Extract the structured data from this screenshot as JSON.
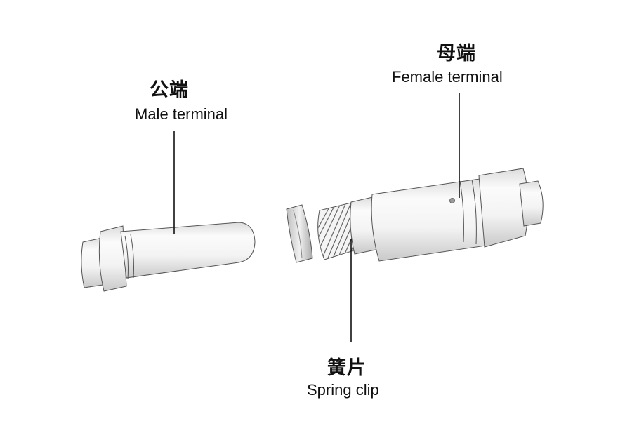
{
  "labels": {
    "male": {
      "cn": "公端",
      "en": "Male terminal"
    },
    "female": {
      "cn": "母端",
      "en": "Female terminal"
    },
    "spring": {
      "cn": "簧片",
      "en": "Spring clip"
    }
  },
  "colors": {
    "body_light": "#f7f7f7",
    "body_shade": "#d4d4d4",
    "outline": "#555555",
    "leader_line": "#111111",
    "text": "#111111"
  }
}
